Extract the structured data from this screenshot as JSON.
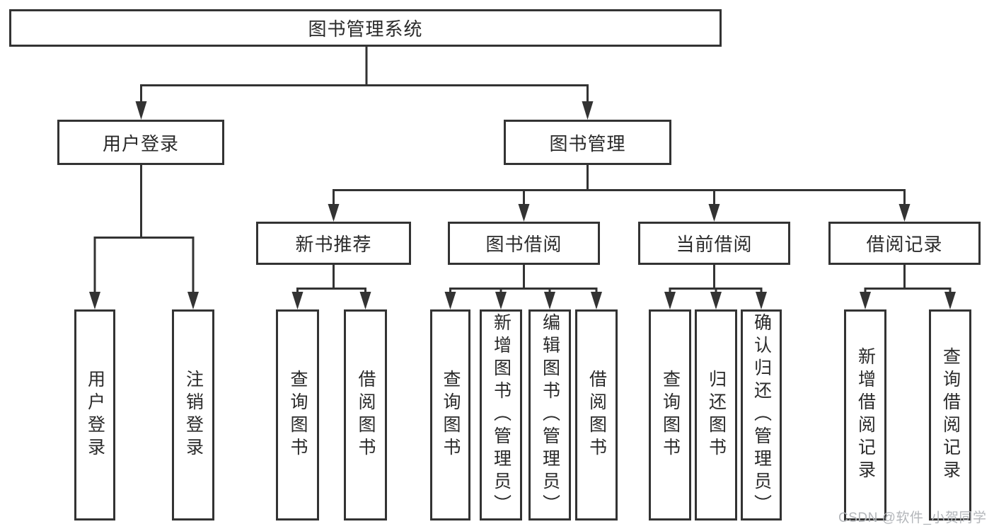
{
  "diagram": {
    "type": "hierarchy-tree",
    "colors": {
      "line": "#333333",
      "box_border": "#333333",
      "box_fill": "#ffffff",
      "text": "#2a2a2a",
      "watermark": "#b3b6ba",
      "background": "#ffffff"
    },
    "root": {
      "label": "图书管理系统"
    },
    "level2": [
      {
        "label": "用户登录"
      },
      {
        "label": "图书管理"
      }
    ],
    "level3": [
      {
        "label": "新书推荐",
        "parent": "图书管理"
      },
      {
        "label": "图书借阅",
        "parent": "图书管理"
      },
      {
        "label": "当前借阅",
        "parent": "图书管理"
      },
      {
        "label": "借阅记录",
        "parent": "图书管理"
      }
    ],
    "leaves": [
      {
        "label": "用户登录",
        "parent": "用户登录"
      },
      {
        "label": "注销登录",
        "parent": "用户登录"
      },
      {
        "label": "查询图书",
        "parent": "新书推荐"
      },
      {
        "label": "借阅图书",
        "parent": "新书推荐"
      },
      {
        "label": "查询图书",
        "parent": "图书借阅"
      },
      {
        "label": "新增图书（管理员）",
        "parent": "图书借阅"
      },
      {
        "label": "编辑图书（管理员）",
        "parent": "图书借阅"
      },
      {
        "label": "借阅图书",
        "parent": "图书借阅"
      },
      {
        "label": "查询图书",
        "parent": "当前借阅"
      },
      {
        "label": "归还图书",
        "parent": "当前借阅"
      },
      {
        "label": "确认归还（管理员）",
        "parent": "当前借阅"
      },
      {
        "label": "新增借阅记录",
        "parent": "借阅记录"
      },
      {
        "label": "查询借阅记录",
        "parent": "借阅记录"
      }
    ],
    "watermark": "CSDN @软件_小贺同学"
  }
}
